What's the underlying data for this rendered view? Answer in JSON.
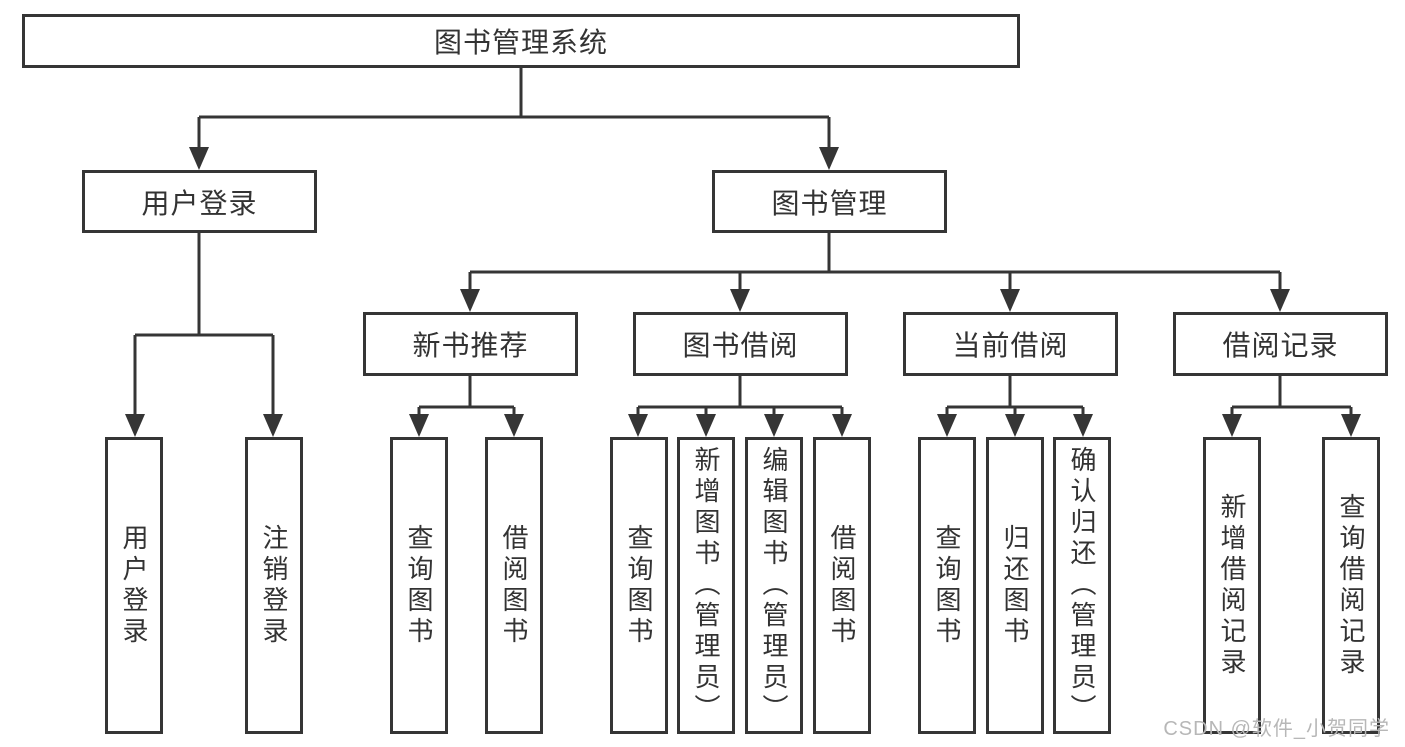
{
  "tree": {
    "root": {
      "label": "图书管理系统",
      "children": [
        {
          "label": "用户登录",
          "children": [
            {
              "label": "用户登录"
            },
            {
              "label": "注销登录"
            }
          ]
        },
        {
          "label": "图书管理",
          "children": [
            {
              "label": "新书推荐",
              "children": [
                {
                  "label": "查询图书"
                },
                {
                  "label": "借阅图书"
                }
              ]
            },
            {
              "label": "图书借阅",
              "children": [
                {
                  "label": "查询图书"
                },
                {
                  "label": "新增图书（管理员）"
                },
                {
                  "label": "编辑图书（管理员）"
                },
                {
                  "label": "借阅图书"
                }
              ]
            },
            {
              "label": "当前借阅",
              "children": [
                {
                  "label": "查询图书"
                },
                {
                  "label": "归还图书"
                },
                {
                  "label": "确认归还（管理员）"
                }
              ]
            },
            {
              "label": "借阅记录",
              "children": [
                {
                  "label": "新增借阅记录"
                },
                {
                  "label": "查询借阅记录"
                }
              ]
            }
          ]
        }
      ]
    }
  },
  "watermark": {
    "text": "CSDN @软件_小贺同学"
  },
  "colors": {
    "line": "#353535",
    "text": "#333333",
    "watermark": "#b7b7b7",
    "background": "#ffffff"
  }
}
